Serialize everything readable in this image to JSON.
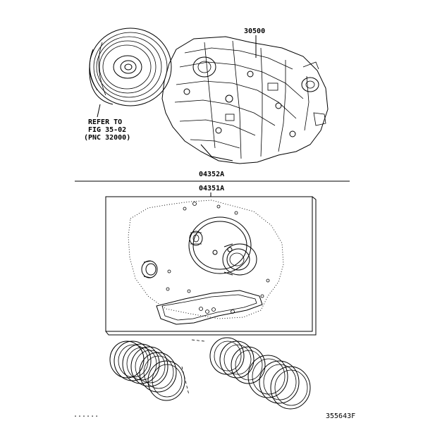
{
  "labels": {
    "transaxle_part_no": "30500",
    "refer_line1": "REFER TO",
    "refer_line2": "FIG 35-02",
    "refer_line3": "(PNC 32000)",
    "overhaul_kit_part_no": "04352A",
    "gasket_kit_part_no": "04351A",
    "corner_mark": "......",
    "figure_id": "355643F"
  }
}
